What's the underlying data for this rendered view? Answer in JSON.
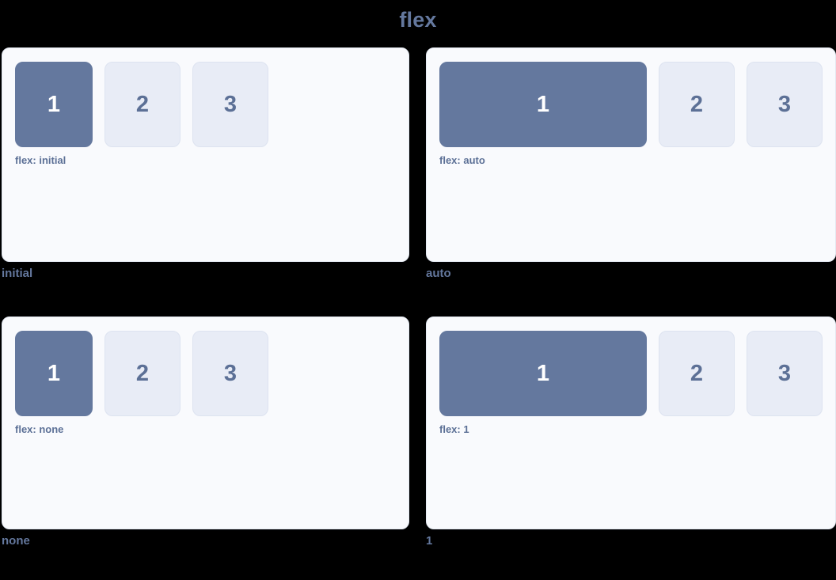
{
  "page": {
    "title": "flex",
    "background_color": "#000000",
    "title_color": "#64789e"
  },
  "colors": {
    "card_background": "#f9fafd",
    "card_border": "#e4e9f2",
    "item_primary_background": "#64789e",
    "item_primary_text": "#ffffff",
    "item_background": "#e8ecf6",
    "item_border": "#dde3f0",
    "item_text": "#5c7096",
    "caption_text": "#5c7096",
    "label_text": "#64789e"
  },
  "demos": [
    {
      "label": "initial",
      "caption": "flex: initial",
      "mode": "initial",
      "items": [
        {
          "text": "1",
          "variant": "primary"
        },
        {
          "text": "2",
          "variant": "default"
        },
        {
          "text": "3",
          "variant": "default"
        }
      ]
    },
    {
      "label": "auto",
      "caption": "flex: auto",
      "mode": "auto",
      "items": [
        {
          "text": "1",
          "variant": "primary"
        },
        {
          "text": "2",
          "variant": "default"
        },
        {
          "text": "3",
          "variant": "default"
        }
      ]
    },
    {
      "label": "none",
      "caption": "flex: none",
      "mode": "none",
      "items": [
        {
          "text": "1",
          "variant": "primary"
        },
        {
          "text": "2",
          "variant": "default"
        },
        {
          "text": "3",
          "variant": "default"
        }
      ]
    },
    {
      "label": "1",
      "caption": "flex: 1",
      "mode": "one",
      "items": [
        {
          "text": "1",
          "variant": "primary"
        },
        {
          "text": "2",
          "variant": "default"
        },
        {
          "text": "3",
          "variant": "default"
        }
      ]
    }
  ]
}
